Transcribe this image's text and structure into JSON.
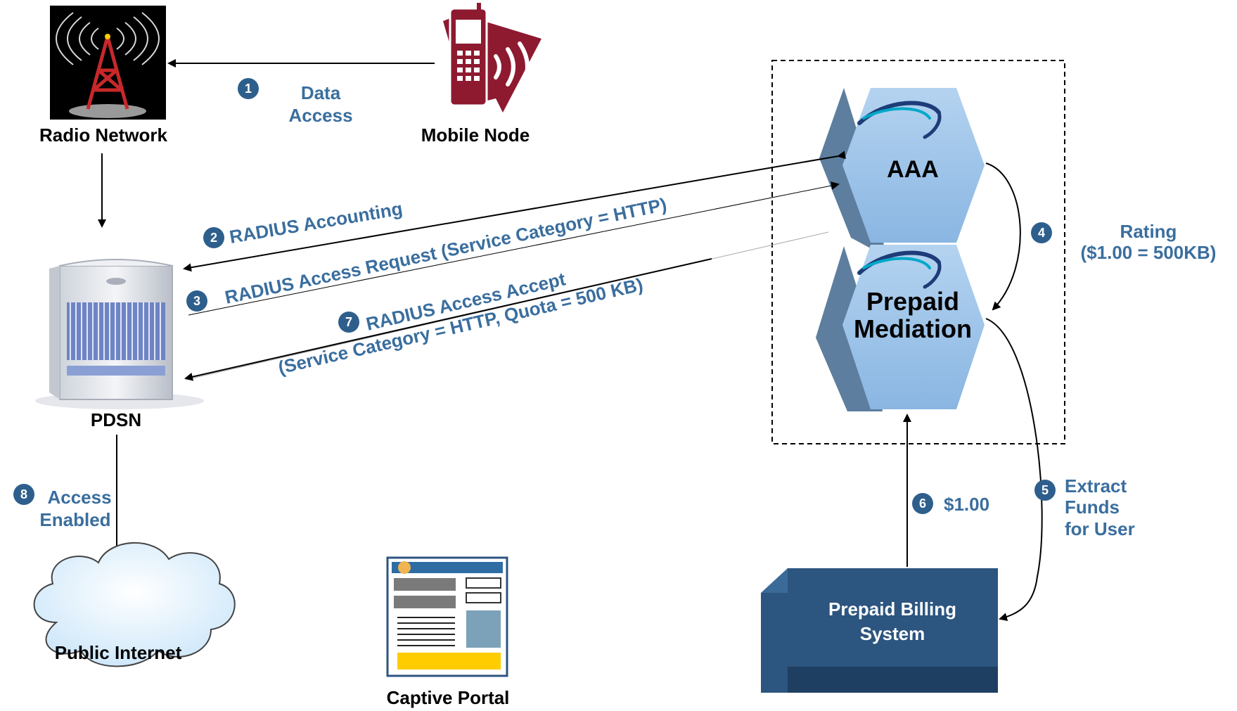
{
  "nodes": {
    "radio_network": "Radio Network",
    "mobile_node": "Mobile Node",
    "pdsn": "PDSN",
    "public_internet": "Public Internet",
    "captive_portal": "Captive Portal",
    "aaa": "AAA",
    "prepaid_mediation_line1": "Prepaid",
    "prepaid_mediation_line2": "Mediation",
    "prepaid_billing_line1": "Prepaid Billing",
    "prepaid_billing_line2": "System"
  },
  "steps": {
    "s1": {
      "num": "1",
      "line1": "Data",
      "line2": "Access"
    },
    "s2": {
      "num": "2",
      "text": "RADIUS  Accounting"
    },
    "s3": {
      "num": "3",
      "text": "RADIUS Access Request (Service Category = HTTP)"
    },
    "s4": {
      "num": "4",
      "line1": "Rating",
      "line2": "($1.00 = 500KB)"
    },
    "s5": {
      "num": "5",
      "line1": "Extract",
      "line2": "Funds",
      "line3": "for User"
    },
    "s6": {
      "num": "6",
      "text": "$1.00"
    },
    "s7": {
      "num": "7",
      "line1": "RADIUS Access Accept",
      "line2": "(Service Category = HTTP, Quota = 500 KB)"
    },
    "s8": {
      "num": "8",
      "line1": "Access",
      "line2": "Enabled"
    }
  },
  "colors": {
    "label_blue": "#3a6e9e",
    "step_circle": "#2e5f8c",
    "hex_face": "#9cc3ea",
    "billing_box": "#2c557f",
    "portal_bar": "#2e6da4",
    "portal_button": "#ffcc00"
  }
}
